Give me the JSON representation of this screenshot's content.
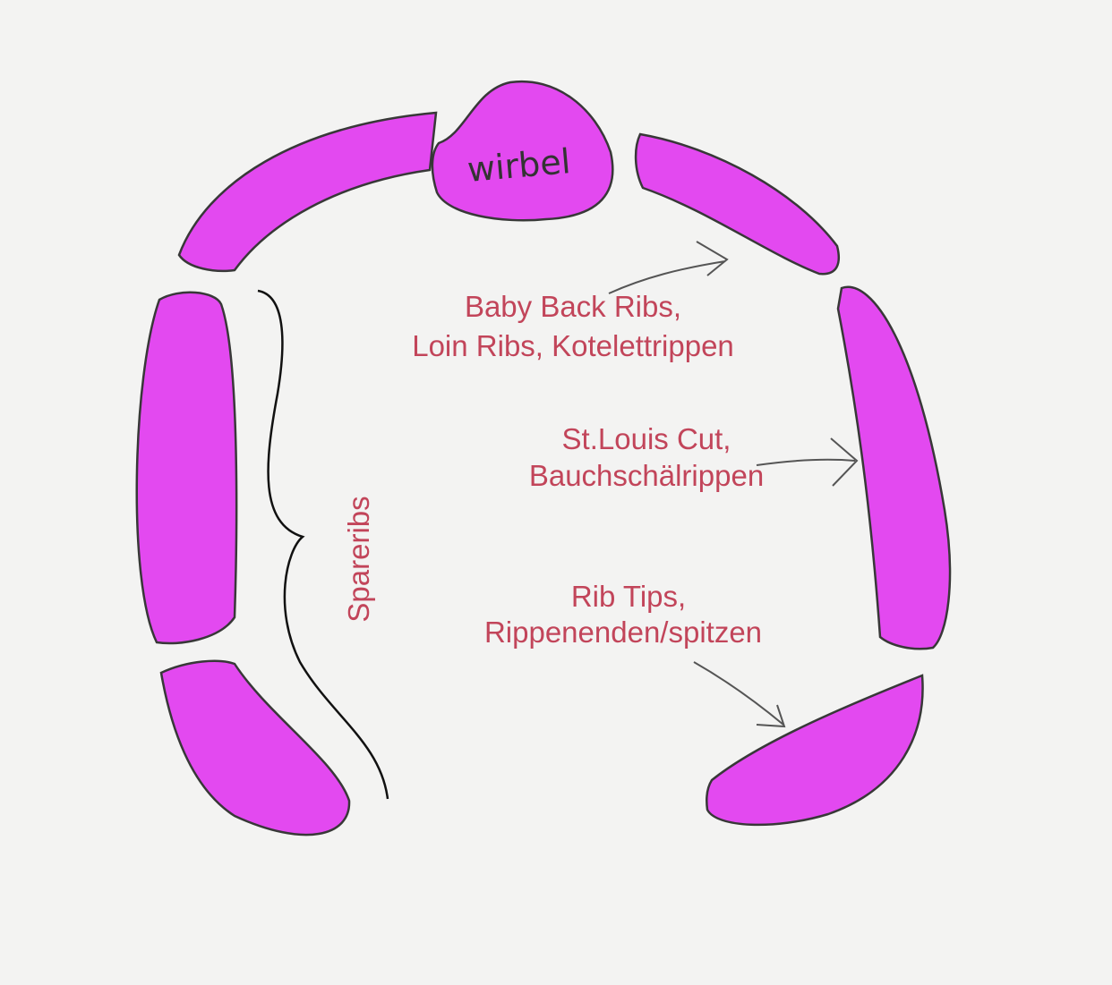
{
  "vertebra_label": "wirbel",
  "labels": {
    "baby_back_line1": "Baby Back Ribs,",
    "baby_back_line2": "Loin Ribs, Kotelettrippen",
    "st_louis_line1": "St.Louis Cut,",
    "st_louis_line2": "Bauchschälrippen",
    "rib_tips_line1": "Rib Tips,",
    "rib_tips_line2": "Rippenenden/spitzen",
    "spareribs": "Spareribs"
  },
  "colors": {
    "rib_fill": "#e23df0",
    "label_text": "#c2455a",
    "outline": "#2a2a2a"
  }
}
